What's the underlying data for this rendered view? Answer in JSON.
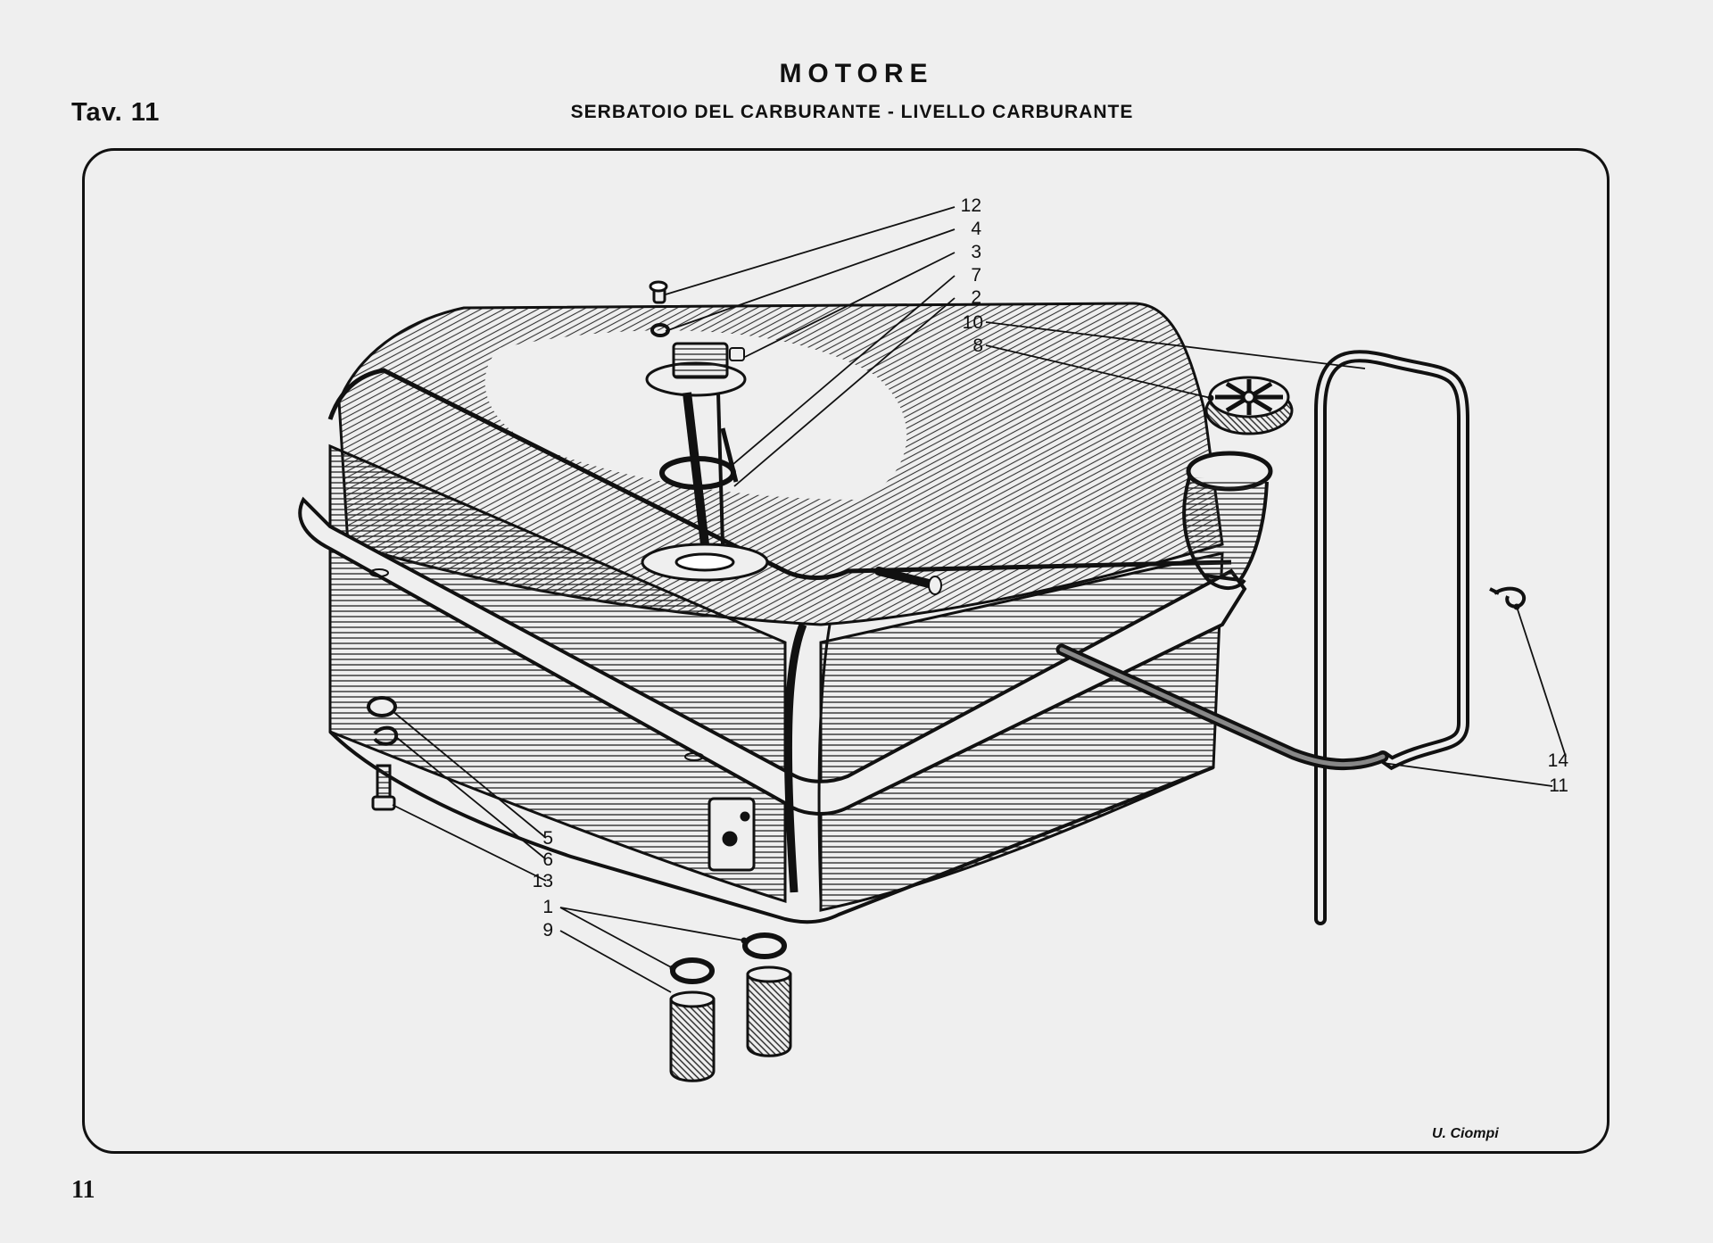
{
  "header": {
    "title": "MOTORE",
    "subtitle": "SERBATOIO DEL CARBURANTE - LIVELLO CARBURANTE",
    "plate": "Tav. 11"
  },
  "page_number": "11",
  "signature": "U. Ciompi",
  "callouts": {
    "c12": "12",
    "c4": "4",
    "c3": "3",
    "c7": "7",
    "c2": "2",
    "c10": "10",
    "c8": "8",
    "c14": "14",
    "c11": "11",
    "c5": "5",
    "c6": "6",
    "c13": "13",
    "c1": "1",
    "c9": "9"
  }
}
